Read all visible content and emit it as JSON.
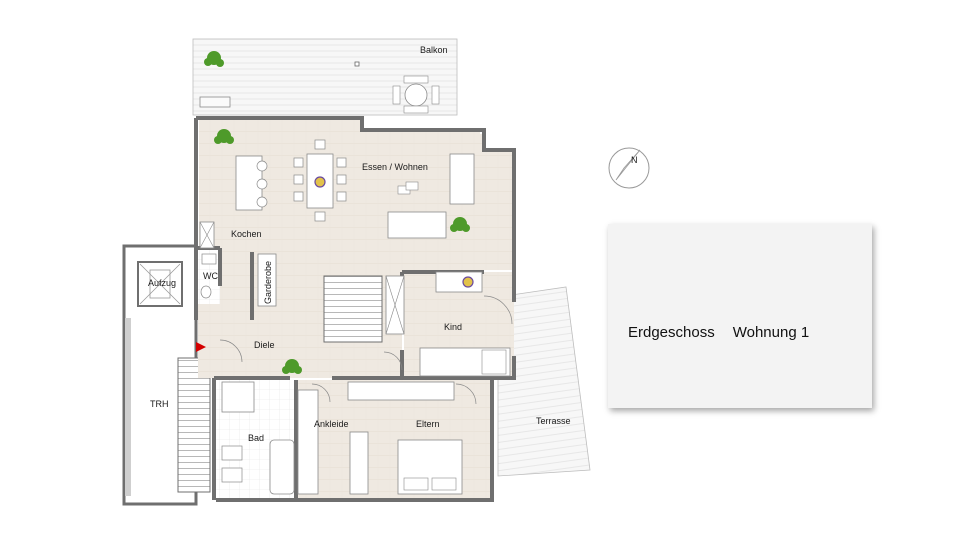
{
  "rooms": {
    "balkon": "Balkon",
    "essen_wohnen": "Essen / Wohnen",
    "kochen": "Kochen",
    "wc": "WC",
    "garderobe": "Garderobe",
    "aufzug": "Aufzug",
    "diele": "Diele",
    "kind": "Kind",
    "trh": "TRH",
    "bad": "Bad",
    "ankleide": "Ankleide",
    "eltern": "Eltern",
    "terrasse": "Terrasse"
  },
  "compass": {
    "label": "N"
  },
  "info": {
    "floor": "Erdgeschoss",
    "unit": "Wohnung 1"
  },
  "colors": {
    "floor_wood": "#efe9e1",
    "tile": "#ffffff",
    "wall": "#6f6f6f",
    "entry_marker": "#d40000",
    "plant": "#4e9a2a"
  }
}
